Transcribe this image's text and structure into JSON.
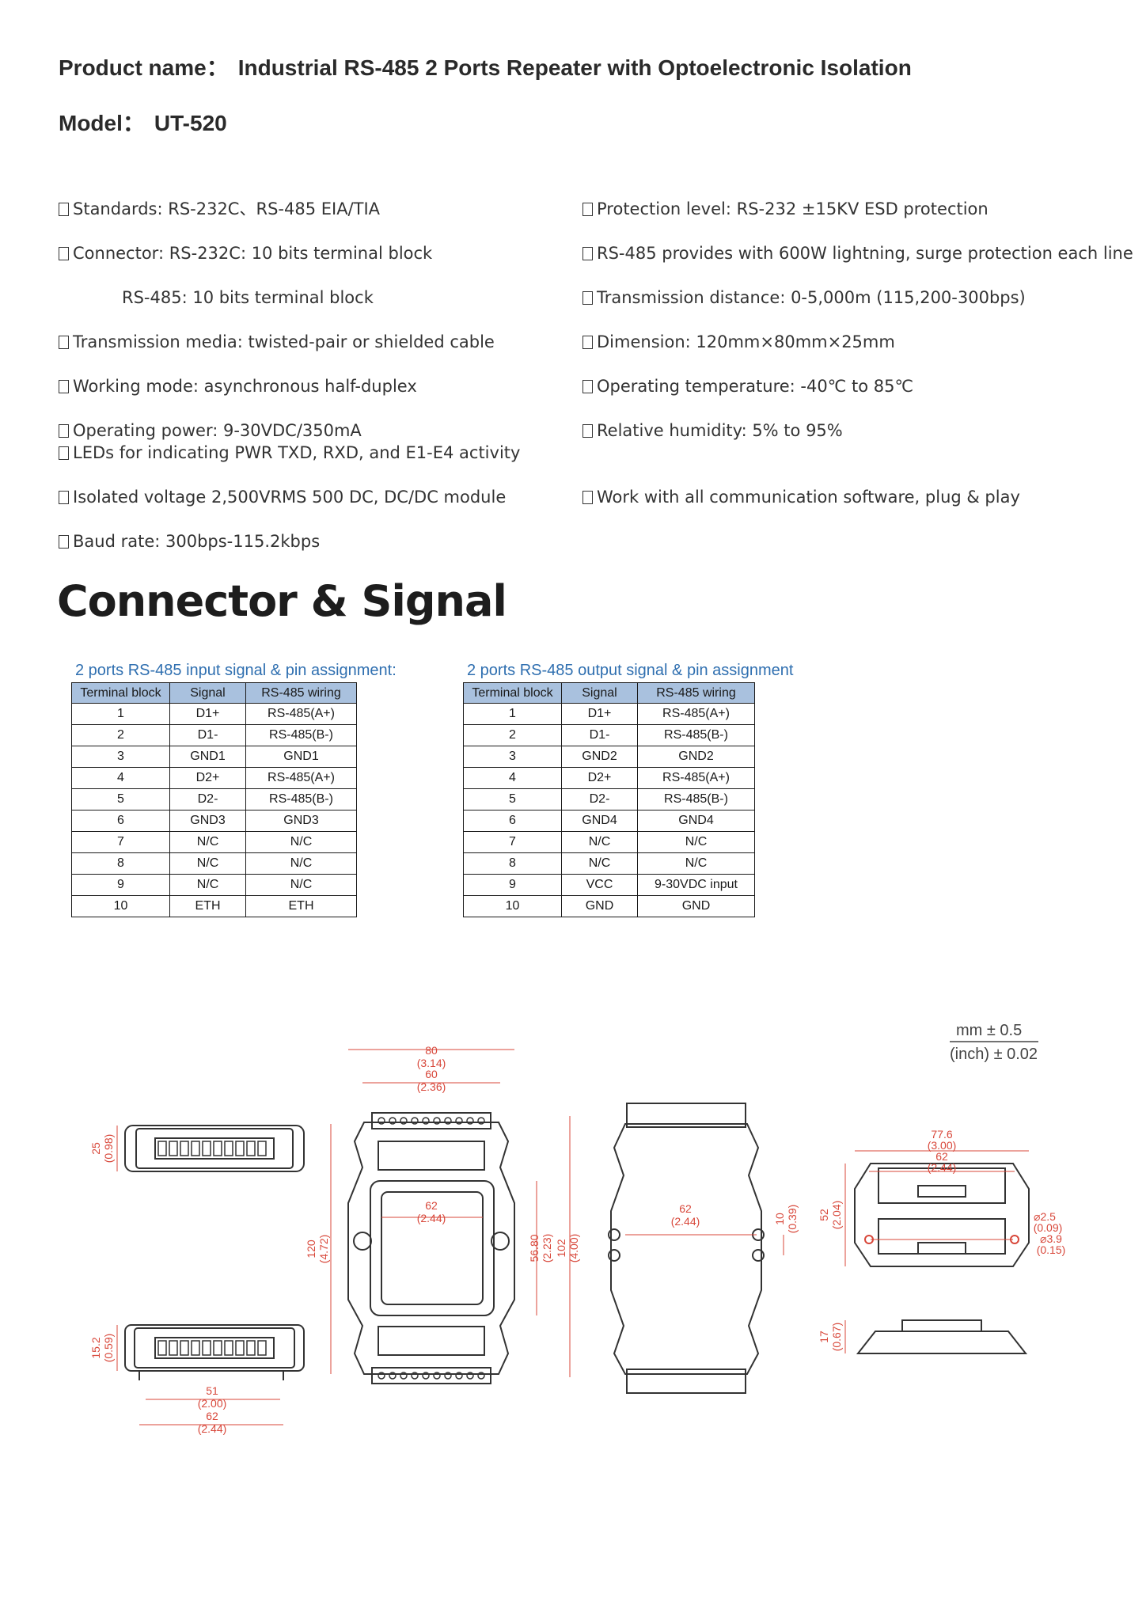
{
  "header": {
    "product_label": "Product name：",
    "product_name": "Industrial RS-485 2 Ports Repeater with Optoelectronic Isolation",
    "model_label": "Model：",
    "model_value": "UT-520"
  },
  "specs": {
    "left": [
      "Standards: RS-232C、RS-485 EIA/TIA",
      "Connector: RS-232C: 10 bits terminal block",
      "RS-485: 10 bits terminal block",
      "Transmission media: twisted-pair or shielded cable",
      "Working mode: asynchronous half-duplex",
      "Operating power: 9-30VDC/350mA",
      "LEDs for indicating PWR TXD, RXD, and E1-E4 activity",
      "Isolated voltage 2,500VRMS 500 DC, DC/DC module",
      "Baud rate: 300bps-115.2kbps"
    ],
    "right": [
      "Protection level: RS-232 ±15KV ESD protection",
      "RS-485 provides with 600W lightning, surge protection each line",
      "Transmission distance: 0-5,000m (115,200-300bps)",
      "Dimension: 120mm×80mm×25mm",
      "Operating temperature: -40℃ to 85℃",
      "Relative humidity: 5% to 95%",
      "Work with all communication software, plug & play"
    ]
  },
  "section_title": "Connector & Signal",
  "input_table": {
    "caption": "2 ports RS-485 input signal & pin assignment:",
    "headers": [
      "Terminal block",
      "Signal",
      "RS-485 wiring"
    ],
    "rows": [
      [
        "1",
        "D1+",
        "RS-485(A+)"
      ],
      [
        "2",
        "D1-",
        "RS-485(B-)"
      ],
      [
        "3",
        "GND1",
        "GND1"
      ],
      [
        "4",
        "D2+",
        "RS-485(A+)"
      ],
      [
        "5",
        "D2-",
        "RS-485(B-)"
      ],
      [
        "6",
        "GND3",
        "GND3"
      ],
      [
        "7",
        "N/C",
        "N/C"
      ],
      [
        "8",
        "N/C",
        "N/C"
      ],
      [
        "9",
        "N/C",
        "N/C"
      ],
      [
        "10",
        "ETH",
        "ETH"
      ]
    ]
  },
  "output_table": {
    "caption": "2 ports RS-485 output signal & pin assignment",
    "headers": [
      "Terminal block",
      "Signal",
      "RS-485 wiring"
    ],
    "rows": [
      [
        "1",
        "D1+",
        "RS-485(A+)"
      ],
      [
        "2",
        "D1-",
        "RS-485(B-)"
      ],
      [
        "3",
        "GND2",
        "GND2"
      ],
      [
        "4",
        "D2+",
        "RS-485(A+)"
      ],
      [
        "5",
        "D2-",
        "RS-485(B-)"
      ],
      [
        "6",
        "GND4",
        "GND4"
      ],
      [
        "7",
        "N/C",
        "N/C"
      ],
      [
        "8",
        "N/C",
        "N/C"
      ],
      [
        "9",
        "VCC",
        "9-30VDC input"
      ],
      [
        "10",
        "GND",
        "GND"
      ]
    ]
  },
  "drawing": {
    "tolerance_mm": "mm ± 0.5",
    "tolerance_inch": "(inch) ± 0.02",
    "dims": {
      "w80": "80",
      "w80i": "(3.14)",
      "w60": "60",
      "w60i": "(2.36)",
      "w62a": "62",
      "w62ai": "(2.44)",
      "w62b": "62",
      "w62bi": "(2.44)",
      "h120": "120",
      "h120i": "(4.72)",
      "h5680": "56.80",
      "h5680i": "(2.23)",
      "h102": "102",
      "h102i": "(4.00)",
      "h25": "25",
      "h25i": "(0.98)",
      "h152": "15.2",
      "h152i": "(0.59)",
      "w51": "51",
      "w51i": "(2.00)",
      "w62c": "62",
      "w62ci": "(2.44)",
      "h10": "10",
      "h10i": "(0.39)",
      "h52": "52",
      "h52i": "(2.04)",
      "w776": "77.6",
      "w776i": "(3.00)",
      "w62d": "62",
      "w62di": "(2.44)",
      "d25": "⌀2.5",
      "d25i": "(0.09)",
      "d39": "⌀3.9",
      "d39i": "(0.15)",
      "h17": "17",
      "h17i": "(0.67)"
    }
  }
}
